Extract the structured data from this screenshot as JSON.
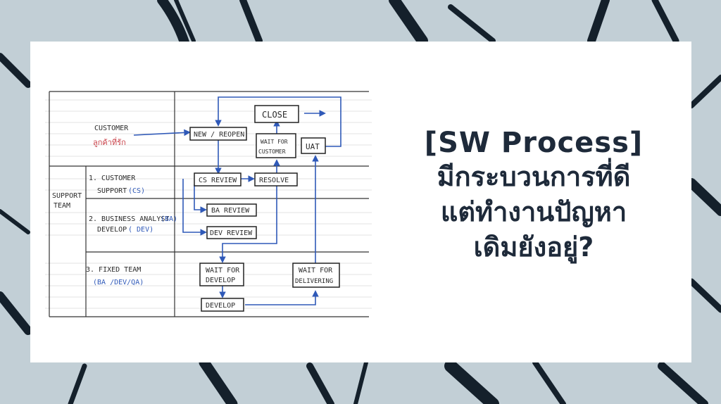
{
  "title": {
    "line1": "[SW Process]",
    "line2": "มีกระบวนการที่ดี",
    "line3": "แต่ทำงานปัญหา",
    "line4": "เดิมยังอยู่?"
  },
  "diagram": {
    "lanes": {
      "customer": "CUSTOMER",
      "customer_thai": "ลูกค้าที่รัก",
      "support_team_1": "SUPPORT",
      "support_team_2": "TEAM",
      "cs_1": "1. CUSTOMER",
      "cs_2": "SUPPORT",
      "cs_abbr": "(CS)",
      "ba_1": "2. BUSINESS ANALYST",
      "ba_abbr": "(BA)",
      "ba_2": "DEVELOP",
      "dev_abbr": "( DEV)",
      "fixed_1": "3. FIXED TEAM",
      "fixed_2": "(BA /DEV/QA)"
    },
    "nodes": {
      "new_reopen": "NEW / REOPEN",
      "close": "CLOSE",
      "wait_customer_1": "WAIT FOR",
      "wait_customer_2": "CUSTOMER",
      "uat": "UAT",
      "cs_review": "CS REVIEW",
      "resolve": "RESOLVE",
      "ba_review": "BA REVIEW",
      "dev_review": "DEV REVIEW",
      "wait_develop_1": "WAIT FOR",
      "wait_develop_2": "DEVELOP",
      "wait_delivering_1": "WAIT FOR",
      "wait_delivering_2": "DELIVERING",
      "develop": "DEVELOP"
    }
  },
  "colors": {
    "background": "#c2cfd6",
    "brush": "#14202b",
    "card": "#ffffff",
    "title": "#1e2a3a",
    "arrow": "#2f59b8",
    "accent_red": "#c9424a"
  }
}
